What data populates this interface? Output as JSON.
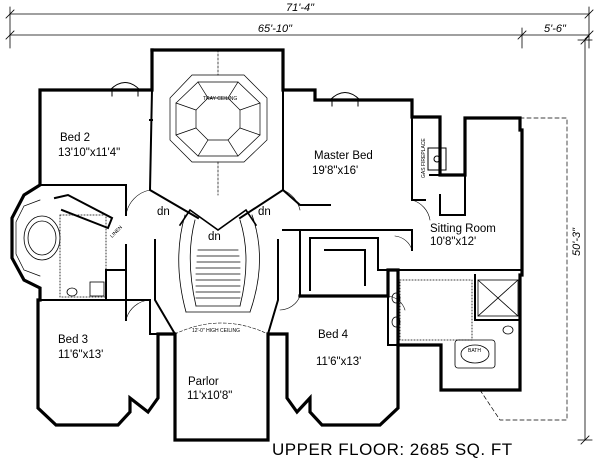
{
  "dimensions": {
    "overall_width": "71'-4\"",
    "main_width": "65'-10\"",
    "bump_width": "5'-6\"",
    "depth": "50'-3\""
  },
  "rooms": {
    "bed2_name": "Bed 2",
    "bed2_size": "13'10\"x11'4\"",
    "master_name": "Master Bed",
    "master_size": "19'8\"x16'",
    "sitting_name": "Sitting Room",
    "sitting_size": "10'8\"x12'",
    "bed3_name": "Bed 3",
    "bed3_size": "11'6\"x13'",
    "bed4_name": "Bed 4",
    "bed4_size": "11'6\"x13'",
    "parlor_name": "Parlor",
    "parlor_size": "11'x10'8\""
  },
  "labels": {
    "dn_left": "dn",
    "dn_center": "dn",
    "dn_right": "dn",
    "tray_ceiling": "TRAY CEILING",
    "linen": "LINEN",
    "fireplace": "GAS FIREPLACE",
    "parlor_ceiling": "12'-0\" HIGH CEILING",
    "bath_tub": "BATH"
  },
  "footer": {
    "title": "UPPER FLOOR: 2685 SQ. FT"
  }
}
